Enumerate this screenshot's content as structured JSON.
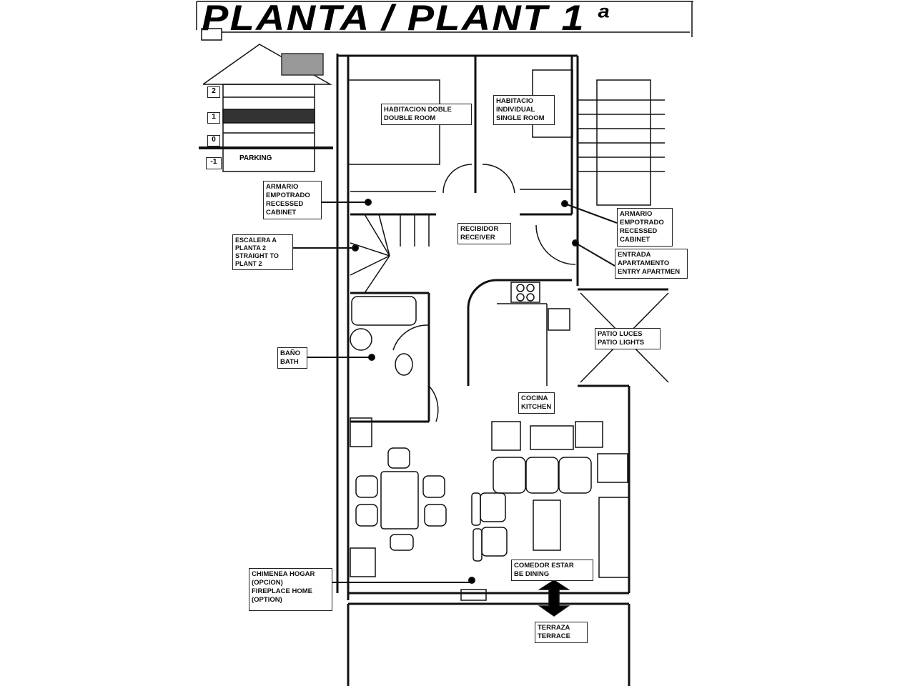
{
  "title": {
    "main": "PLANTA / PLANT 1",
    "superscript": "a"
  },
  "levels": {
    "l2": "2",
    "l1": "1",
    "l0": "0",
    "lm1": "-1",
    "parking": "PARKING"
  },
  "rooms": {
    "double_room": [
      "HABITACION DOBLE",
      "DOUBLE ROOM"
    ],
    "single_room": [
      "HABITACIO",
      "INDIVIDUAL",
      "SINGLE ROOM"
    ],
    "cabinet_left": [
      "ARMARIO",
      "EMPOTRADO",
      "RECESSED",
      "CABINET"
    ],
    "cabinet_right": [
      "ARMARIO",
      "EMPOTRADO",
      "RECESSED",
      "CABINET"
    ],
    "stairs": [
      "ESCALERA A",
      "PLANTA 2",
      "STRAIGHT TO",
      "PLANT 2"
    ],
    "receiver": [
      "RECIBIDOR",
      "RECEIVER"
    ],
    "entry": [
      "ENTRADA",
      "APARTAMENTO",
      "ENTRY APARTMEN"
    ],
    "patio": [
      "PATIO LUCES",
      "PATIO LIGHTS"
    ],
    "bath": [
      "BAÑO",
      "BATH"
    ],
    "kitchen": [
      "COCINA",
      "KITCHEN"
    ],
    "dining": [
      "COMEDOR ESTAR",
      "BE DINING"
    ],
    "fireplace": [
      "CHIMENEA HOGAR",
      "(OPCION)",
      "FIREPLACE HOME",
      "(OPTION)"
    ],
    "terrace": [
      "TERRAZA",
      "TERRACE"
    ]
  }
}
